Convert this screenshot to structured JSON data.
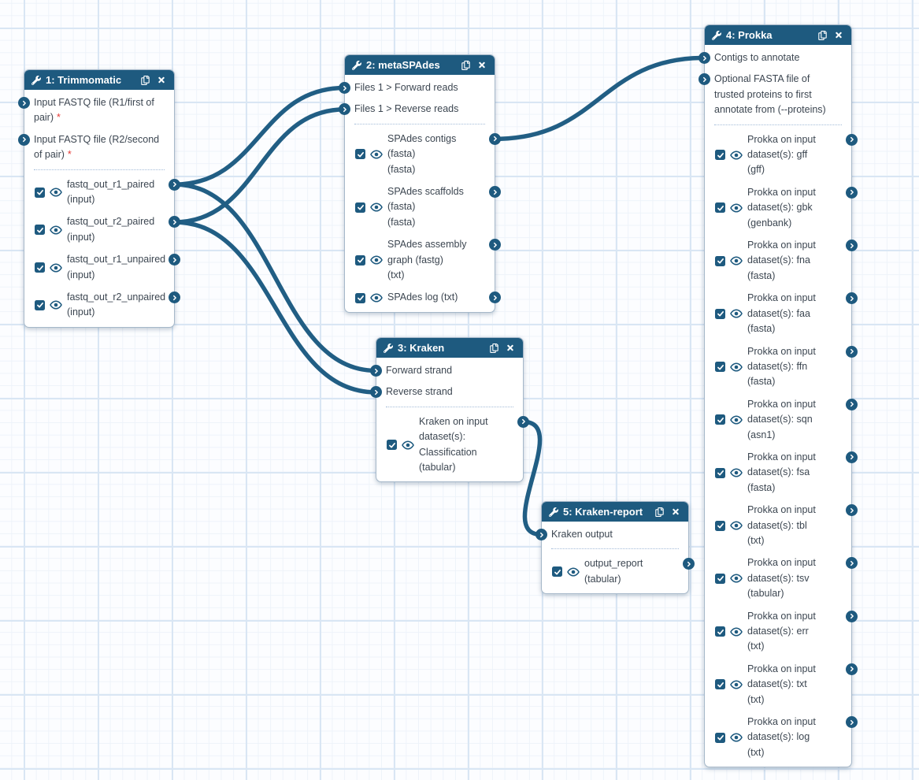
{
  "colors": {
    "node_header": "#1e5a7f",
    "wire": "#215e84",
    "connector": "#1e5a7f",
    "checkbox": "#1e5a7f",
    "required_asterisk": "#e53935",
    "body_text": "#3c4651",
    "grid_major": "#d9e6f4",
    "grid_minor": "#eef3fa",
    "node_border": "#a6b8c9"
  },
  "icons": {
    "header_tool": "wrench-icon",
    "header_actions": [
      "duplicate-node-icon",
      "close-node-icon"
    ],
    "output_visibility": "eye-icon",
    "output_enabled": "checkbox-check-icon",
    "connector": "chevron-right-circle-icon"
  },
  "nodes": {
    "trimmomatic": {
      "title": "1: Trimmomatic",
      "inputs": [
        {
          "label": "Input FASTQ file (R1/first of\npair)",
          "required": "*"
        },
        {
          "label": "Input FASTQ file (R2/second\nof pair)",
          "required": "*"
        }
      ],
      "outputs": [
        {
          "label": "fastq_out_r1_paired\n(input)",
          "checked": true
        },
        {
          "label": "fastq_out_r2_paired\n(input)",
          "checked": true
        },
        {
          "label": "fastq_out_r1_unpaired\n(input)",
          "checked": true
        },
        {
          "label": "fastq_out_r2_unpaired\n(input)",
          "checked": true
        }
      ]
    },
    "metaspades": {
      "title": "2: metaSPAdes",
      "inputs": [
        {
          "label": "Files 1 > Forward reads",
          "required": ""
        },
        {
          "label": "Files 1 > Reverse reads",
          "required": ""
        }
      ],
      "outputs": [
        {
          "label": "SPAdes contigs (fasta)\n(fasta)",
          "checked": true
        },
        {
          "label": "SPAdes scaffolds\n(fasta)\n(fasta)",
          "checked": true
        },
        {
          "label": "SPAdes assembly\ngraph (fastg)\n(txt)",
          "checked": true
        },
        {
          "label": "SPAdes log (txt)",
          "checked": true
        }
      ]
    },
    "kraken": {
      "title": "3: Kraken",
      "inputs": [
        {
          "label": "Forward strand",
          "required": ""
        },
        {
          "label": "Reverse strand",
          "required": ""
        }
      ],
      "outputs": [
        {
          "label": "Kraken on input\ndataset(s):\nClassification\n(tabular)",
          "checked": true
        }
      ]
    },
    "prokka": {
      "title": "4: Prokka",
      "inputs": [
        {
          "label": "Contigs to annotate",
          "required": ""
        },
        {
          "label": "Optional FASTA file of\ntrusted proteins to first\nannotate from (--proteins)",
          "required": ""
        }
      ],
      "outputs": [
        {
          "label": "Prokka on input\ndataset(s): gff\n(gff)",
          "checked": true
        },
        {
          "label": "Prokka on input\ndataset(s): gbk\n(genbank)",
          "checked": true
        },
        {
          "label": "Prokka on input\ndataset(s): fna\n(fasta)",
          "checked": true
        },
        {
          "label": "Prokka on input\ndataset(s): faa\n(fasta)",
          "checked": true
        },
        {
          "label": "Prokka on input\ndataset(s): ffn\n(fasta)",
          "checked": true
        },
        {
          "label": "Prokka on input\ndataset(s): sqn\n(asn1)",
          "checked": true
        },
        {
          "label": "Prokka on input\ndataset(s): fsa\n(fasta)",
          "checked": true
        },
        {
          "label": "Prokka on input\ndataset(s): tbl\n(txt)",
          "checked": true
        },
        {
          "label": "Prokka on input\ndataset(s): tsv\n(tabular)",
          "checked": true
        },
        {
          "label": "Prokka on input\ndataset(s): err\n(txt)",
          "checked": true
        },
        {
          "label": "Prokka on input\ndataset(s): txt\n(txt)",
          "checked": true
        },
        {
          "label": "Prokka on input\ndataset(s): log\n(txt)",
          "checked": true
        }
      ]
    },
    "krakenreport": {
      "title": "5: Kraken-report",
      "inputs": [
        {
          "label": "Kraken output",
          "required": ""
        }
      ],
      "outputs": [
        {
          "label": "output_report (tabular)",
          "checked": true
        }
      ]
    }
  },
  "connections": [
    {
      "from": "trimmomatic.out.r1_paired",
      "to": "metaspades.in.forward"
    },
    {
      "from": "trimmomatic.out.r2_paired",
      "to": "metaspades.in.reverse"
    },
    {
      "from": "trimmomatic.out.r1_paired",
      "to": "kraken.in.forward"
    },
    {
      "from": "trimmomatic.out.r2_paired",
      "to": "kraken.in.reverse"
    },
    {
      "from": "metaspades.out.contigs",
      "to": "prokka.in.contigs"
    },
    {
      "from": "kraken.out.classification",
      "to": "krakenreport.in.kraken_output"
    }
  ]
}
